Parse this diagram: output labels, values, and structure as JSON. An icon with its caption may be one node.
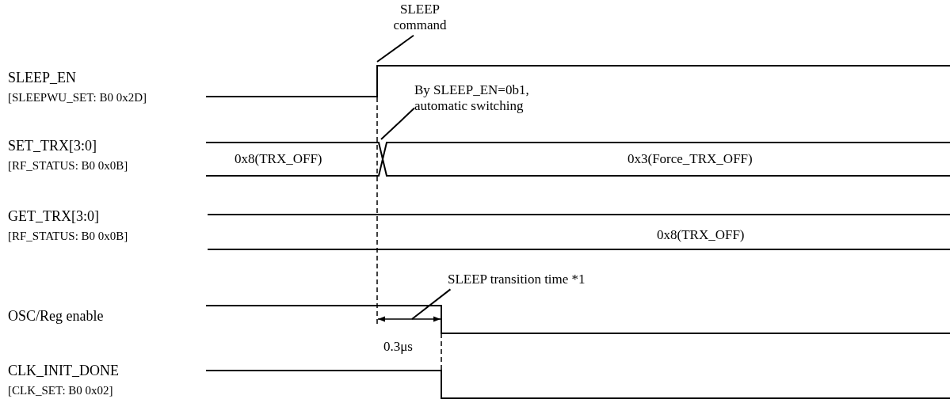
{
  "diagram": {
    "nodes": [
      {
        "text": [
          "SLEEP command"
        ]
      },
      {
        "text": [
          "By SLEEP_EN=0b1, automatic switching"
        ]
      },
      {
        "text": [
          "SLEEP transition time *1"
        ]
      }
    ],
    "edges": [
      {
        "from": 0,
        "to": null,
        "arrow": "none"
      },
      {
        "from": 1,
        "to": null,
        "arrow": "none"
      },
      {
        "from": 2,
        "to": null,
        "arrow": "none"
      }
    ],
    "labels": [
      "SLEEP_EN",
      "[SLEEPWU_SET: B0 0x2D]",
      "SET_TRX[3:0]",
      "[RF_STATUS: B0 0x0B]",
      "0x8(TRX_OFF)",
      "0x3(Force_TRX_OFF)",
      "GET_TRX[3:0]",
      "[RF_STATUS: B0 0x0B]",
      "0x8(TRX_OFF)",
      "OSC/Reg enable",
      "0.3μs",
      "CLK_INIT_DONE",
      "[CLK_SET: B0 0x02]"
    ]
  }
}
